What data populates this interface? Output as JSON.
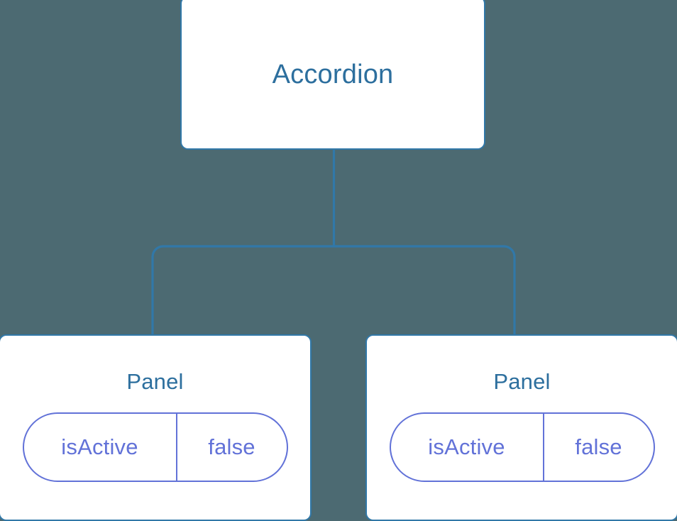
{
  "diagram": {
    "type": "component-tree",
    "background_color": "#4c6a72",
    "node_border_color": "#3178a8",
    "node_title_color": "#2d6f9e",
    "pill_color": "#6272d8",
    "edge_color": "#3178a8"
  },
  "root": {
    "title": "Accordion"
  },
  "children": [
    {
      "title": "Panel",
      "state": {
        "key": "isActive",
        "value": "false"
      }
    },
    {
      "title": "Panel",
      "state": {
        "key": "isActive",
        "value": "false"
      }
    }
  ]
}
